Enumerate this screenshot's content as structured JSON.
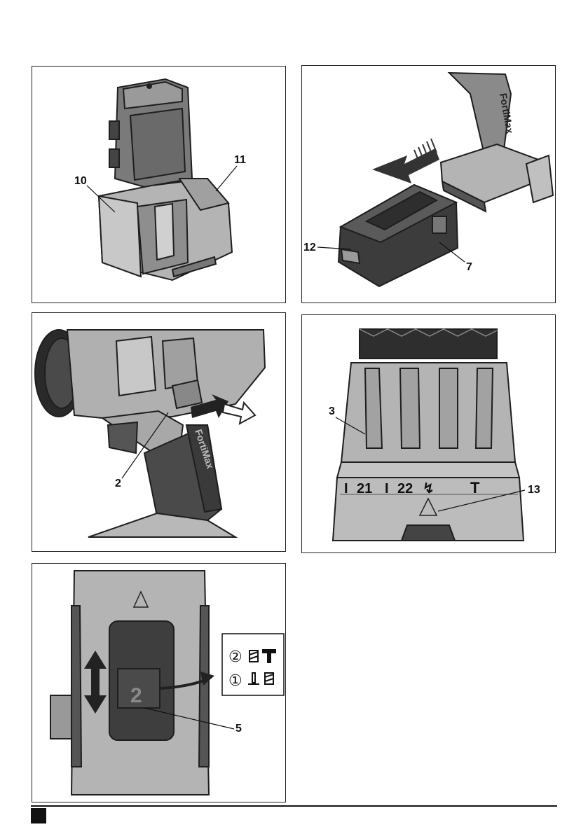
{
  "figure1": {
    "callouts": [
      "10",
      "11"
    ]
  },
  "figure2": {
    "callouts": [
      "12",
      "7"
    ],
    "brand": "FortiMax"
  },
  "figure3": {
    "callouts": [
      "2"
    ],
    "brand": "FortiMax"
  },
  "figure4": {
    "callouts": [
      "3",
      "13"
    ],
    "scale": {
      "mark1": "I",
      "val1": "21",
      "mark2": "I",
      "val2": "22",
      "symbol": "↯",
      "mode": "T"
    }
  },
  "figure5": {
    "callouts": [
      "5"
    ],
    "switch_value": "2",
    "legend": [
      {
        "number": "②",
        "icons": [
          "drill-bit-icon",
          "screwdriver-icon"
        ]
      },
      {
        "number": "①",
        "icons": [
          "hammer-drill-bit-icon",
          "drill-bit-icon"
        ]
      }
    ]
  },
  "colors": {
    "tool_gray": "#b4b4b4",
    "tool_dark": "#555555",
    "outline": "#1e1e1e"
  }
}
